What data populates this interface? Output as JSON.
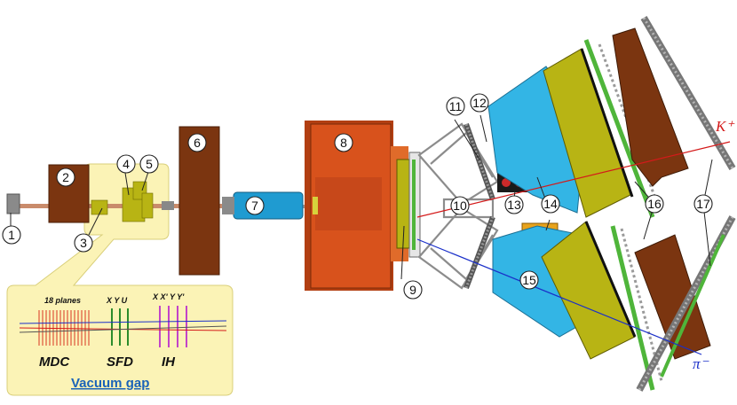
{
  "callouts": [
    "1",
    "2",
    "3",
    "4",
    "5",
    "6",
    "7",
    "8",
    "9",
    "10",
    "11",
    "12",
    "13",
    "14",
    "15",
    "16",
    "17"
  ],
  "particles": {
    "kplus": "K⁺",
    "piminus": "π⁻"
  },
  "inset": {
    "planes_label": "18 planes",
    "sfd_axes": "X Y U",
    "ih_axes": "X X' Y Y'",
    "mdc": "MDC",
    "sfd": "SFD",
    "ih": "IH",
    "vacuum_gap": "Vacuum gap"
  },
  "colors": {
    "magnet_brown": "#7b3510",
    "magnet_orange": "#d8521c",
    "olive": "#b8b414",
    "cyan": "#33b5e5",
    "inset_fill": "#fbf3b6",
    "kaon_line": "#d41a1a",
    "pion_line": "#1a2fc9",
    "green_bar": "#4fb53a",
    "grey": "#9a9a9a"
  }
}
